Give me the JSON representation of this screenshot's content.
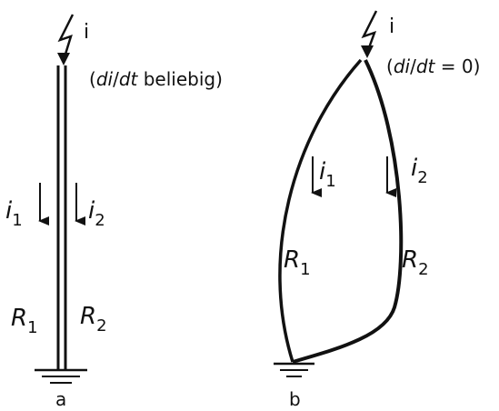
{
  "diagram_a": {
    "current_label": "i",
    "condition_open": "(",
    "condition_di": "di",
    "condition_slash": "/",
    "condition_dt": "dt",
    "condition_text": " beliebig)",
    "i1": "i",
    "i1_sub": "1",
    "i2": "i",
    "i2_sub": "2",
    "r1": "R",
    "r1_sub": "1",
    "r2": "R",
    "r2_sub": "2",
    "caption": "a"
  },
  "diagram_b": {
    "current_label": "i",
    "condition_open": "(",
    "condition_di": "di",
    "condition_slash": "/",
    "condition_dt": "dt",
    "condition_text": " = 0)",
    "i1": "i",
    "i1_sub": "1",
    "i2": "i",
    "i2_sub": "2",
    "r1": "R",
    "r1_sub": "1",
    "r2": "R",
    "r2_sub": "2",
    "caption": "b"
  }
}
